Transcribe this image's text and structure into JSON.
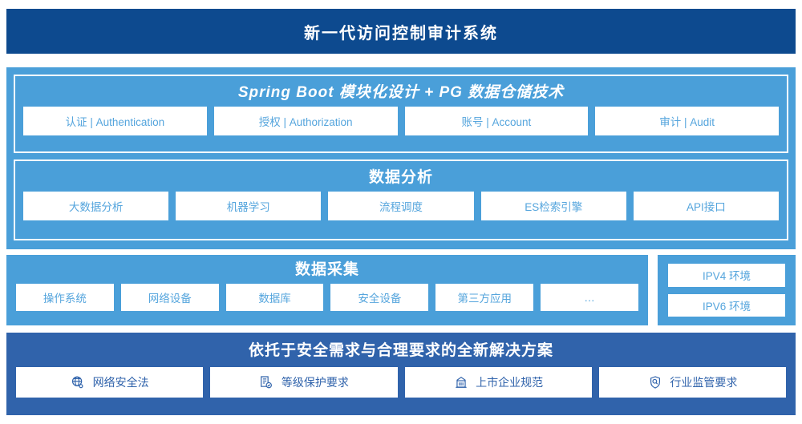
{
  "header": {
    "title": "新一代访问控制审计系统"
  },
  "platform": {
    "modules": {
      "title": "Spring Boot 模块化设计 + PG 数据仓储技术",
      "items": [
        {
          "label": "认证 | Authentication"
        },
        {
          "label": "授权 | Authorization"
        },
        {
          "label": "账号 | Account"
        },
        {
          "label": "审计 | Audit"
        }
      ]
    },
    "analysis": {
      "title": "数据分析",
      "items": [
        {
          "label": "大数据分析"
        },
        {
          "label": "机器学习"
        },
        {
          "label": "流程调度"
        },
        {
          "label": "ES检索引擎"
        },
        {
          "label": "API接口"
        }
      ]
    }
  },
  "collection": {
    "title": "数据采集",
    "items": [
      {
        "label": "操作系统"
      },
      {
        "label": "网络设备"
      },
      {
        "label": "数据库"
      },
      {
        "label": "安全设备"
      },
      {
        "label": "第三方应用"
      },
      {
        "label": "…"
      }
    ]
  },
  "environment": {
    "items": [
      {
        "label": "IPV4 环境"
      },
      {
        "label": "IPV6 环境"
      }
    ]
  },
  "solution": {
    "title": "依托于安全需求与合理要求的全新解决方案",
    "items": [
      {
        "label": "网络安全法",
        "icon": "globe-icon"
      },
      {
        "label": "等级保护要求",
        "icon": "document-check-icon"
      },
      {
        "label": "上市企业规范",
        "icon": "bank-building-icon"
      },
      {
        "label": "行业监管要求",
        "icon": "shield-search-icon"
      }
    ]
  },
  "colors": {
    "header_bg": "#0d4a8f",
    "platform_bg": "#4a9fd9",
    "solution_bg": "#3063ab",
    "cell_bg": "#ffffff",
    "cell_text": "#55a5dd",
    "solution_cell_text": "#3063ab"
  }
}
